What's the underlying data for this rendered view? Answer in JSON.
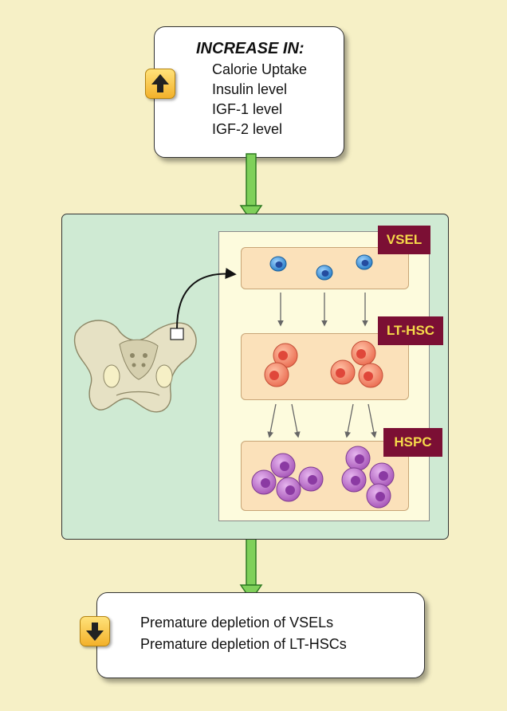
{
  "top_card": {
    "title": "INCREASE IN:",
    "items": [
      "Calorie Uptake",
      "Insulin level",
      "IGF-1 level",
      "IGF-2 level"
    ],
    "icon": "up-arrow-icon"
  },
  "labels": {
    "vsel": "VSEL",
    "lt_hsc": "LT-HSC",
    "hspc": "HSPC"
  },
  "bottom_card": {
    "lines": [
      "Premature depletion of VSELs",
      "Premature depletion of LT-HSCs"
    ],
    "icon": "down-arrow-icon"
  },
  "colors": {
    "background": "#f6f0c6",
    "green_box": "#cfead3",
    "label_bg": "#7b0f34",
    "label_text": "#f5d94a",
    "arrow_green": "#7fd05a",
    "vsel_cell": "#3a8fd6",
    "lt_hsc_cell": "#f07a5e",
    "hspc_cell": "#b362c2"
  }
}
